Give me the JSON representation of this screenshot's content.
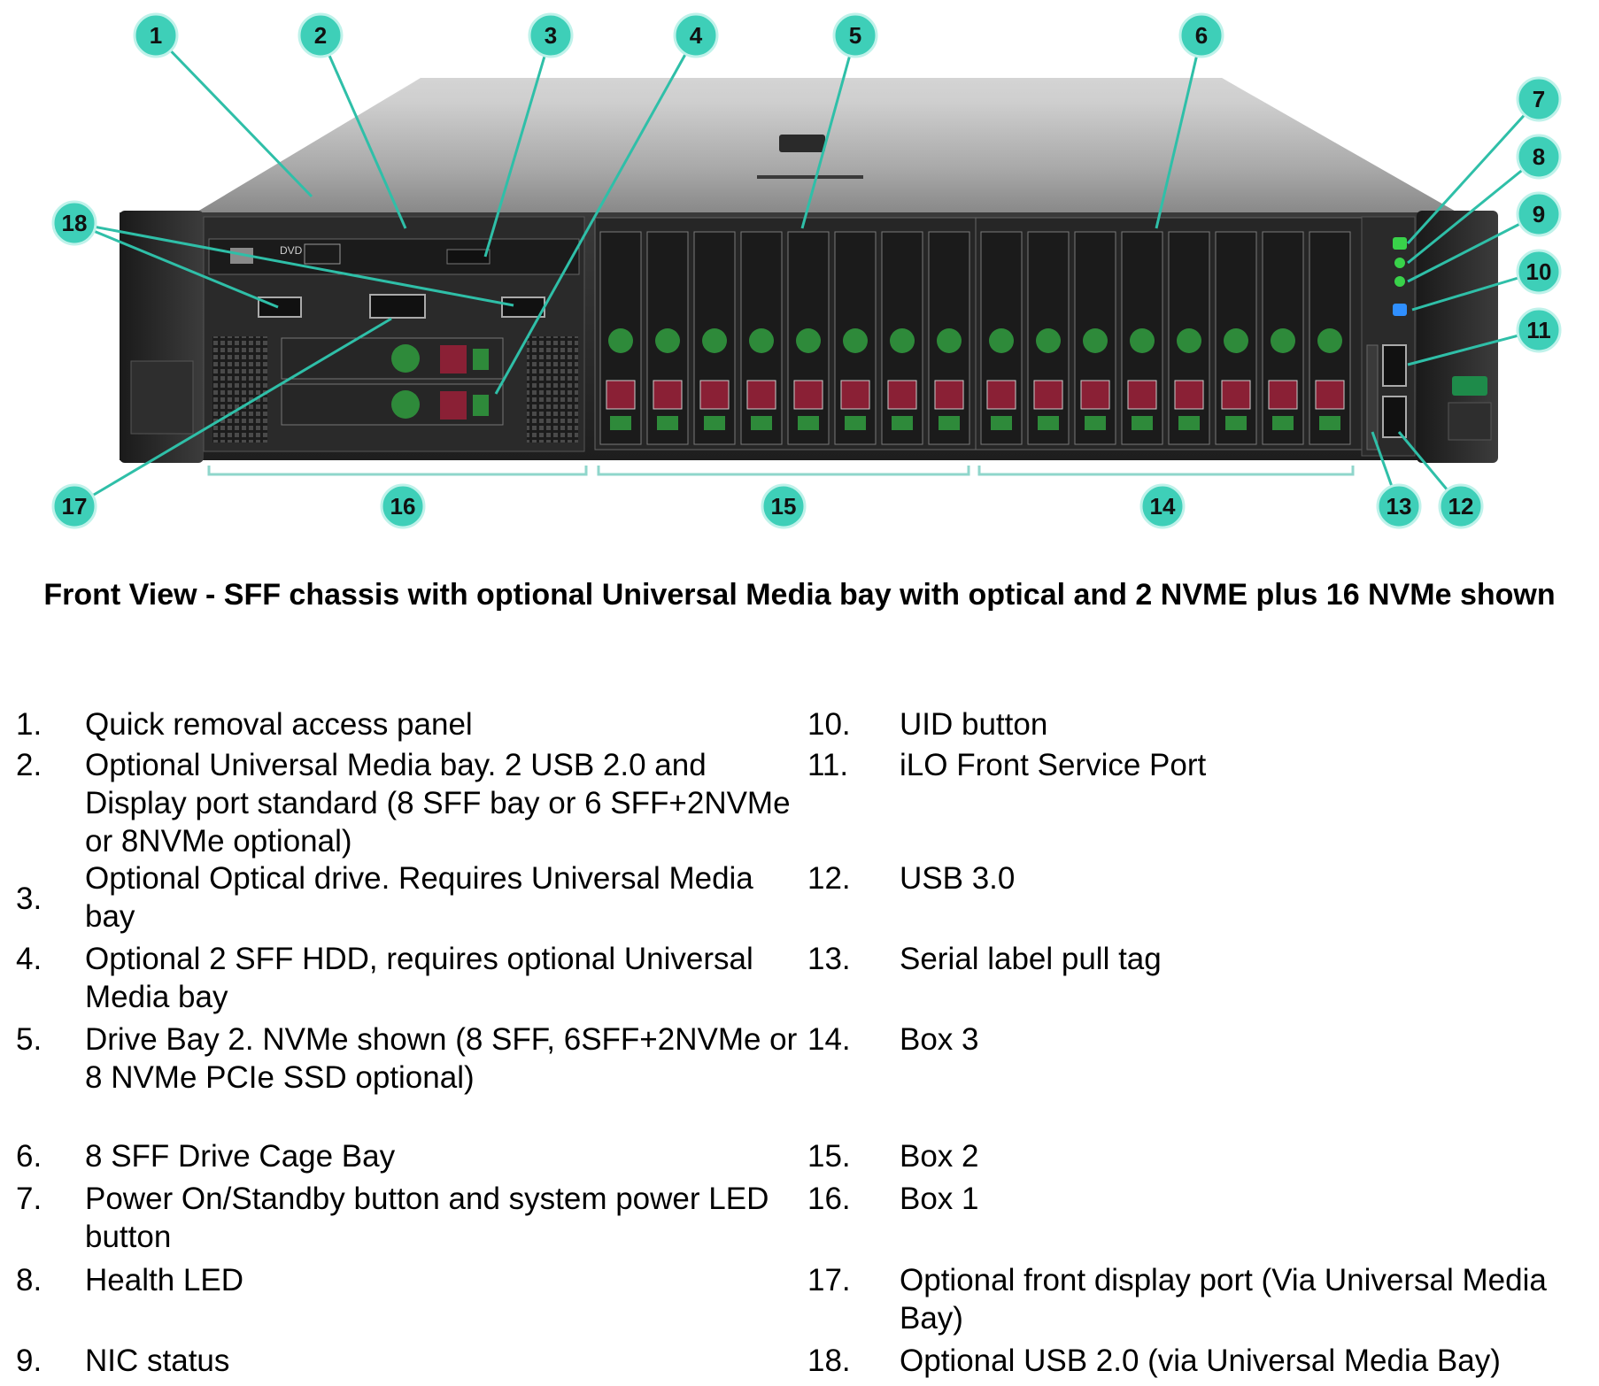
{
  "callouts": [
    "1",
    "2",
    "3",
    "4",
    "5",
    "6",
    "7",
    "8",
    "9",
    "10",
    "11",
    "12",
    "13",
    "14",
    "15",
    "16",
    "17",
    "18"
  ],
  "chassis_labels": {
    "dvd": "DVD"
  },
  "caption": "Front View - SFF chassis with optional Universal Media bay with optical and 2 NVME plus 16 NVMe shown",
  "legend": [
    {
      "num": "1.",
      "text": "Quick removal access panel"
    },
    {
      "num": "2.",
      "text": "Optional Universal Media bay. 2 USB 2.0 and Display port standard (8 SFF bay or 6 SFF+2NVMe or 8NVMe optional)"
    },
    {
      "num": "3.",
      "text": "Optional Optical drive. Requires Universal Media bay"
    },
    {
      "num": "4.",
      "text": "Optional 2 SFF HDD, requires optional Universal Media bay"
    },
    {
      "num": "5.",
      "text": "Drive Bay 2. NVMe shown (8 SFF, 6SFF+2NVMe or 8 NVMe PCIe SSD optional)"
    },
    {
      "num": "6.",
      "text": "8 SFF Drive Cage Bay"
    },
    {
      "num": "7.",
      "text": "Power On/Standby button and system power LED button"
    },
    {
      "num": "8.",
      "text": "Health LED"
    },
    {
      "num": "9.",
      "text": "NIC status"
    },
    {
      "num": "10.",
      "text": "UID button"
    },
    {
      "num": "11.",
      "text": "iLO Front Service Port"
    },
    {
      "num": "12.",
      "text": "USB 3.0"
    },
    {
      "num": "13.",
      "text": "Serial label pull tag"
    },
    {
      "num": "14.",
      "text": "Box 3"
    },
    {
      "num": "15.",
      "text": "Box 2"
    },
    {
      "num": "16.",
      "text": "Box 1"
    },
    {
      "num": "17.",
      "text": "Optional front display port (Via Universal Media Bay)"
    },
    {
      "num": "18.",
      "text": "Optional USB 2.0 (via Universal Media Bay)"
    }
  ],
  "colors": {
    "callout_fill": "#3ecfb8",
    "callout_line": "#2fbfa8",
    "chassis_dark": "#2b2b2b",
    "drive_green": "#2e8a3a",
    "drive_red": "#8a2035",
    "uid_blue": "#2f8fff",
    "led_green": "#39d24a"
  }
}
